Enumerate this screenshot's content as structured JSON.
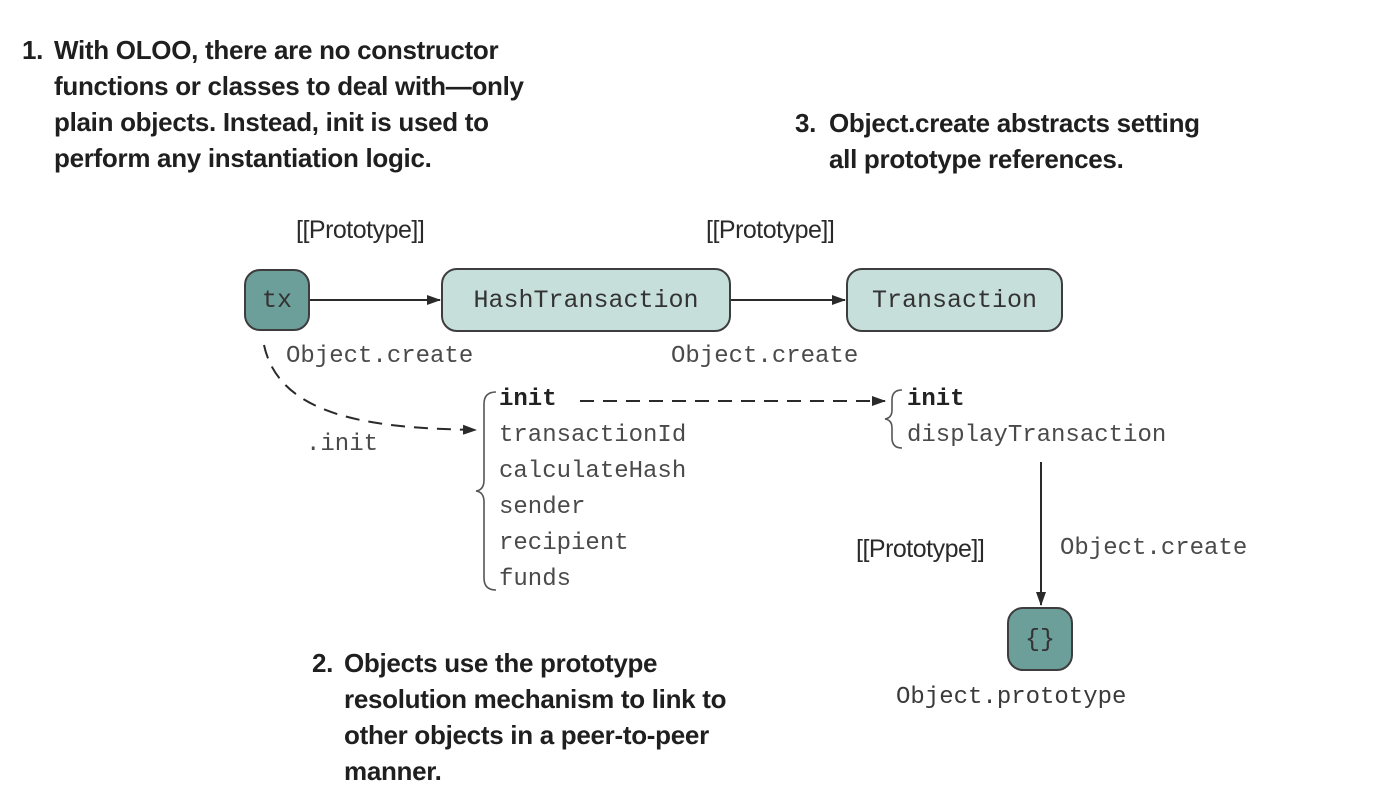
{
  "callouts": {
    "c1": {
      "num": "1.",
      "lines": [
        "With OLOO, there are no constructor",
        "functions or classes to deal with—only",
        "plain objects. Instead, init is used to",
        "perform any instantiation logic."
      ]
    },
    "c2": {
      "num": "2.",
      "lines": [
        "Objects use the prototype",
        "resolution mechanism to link to",
        "other objects in a peer-to-peer",
        "manner."
      ]
    },
    "c3": {
      "num": "3.",
      "lines": [
        "Object.create abstracts setting",
        "all prototype references."
      ]
    }
  },
  "nodes": {
    "tx": "tx",
    "hash_transaction": "HashTransaction",
    "transaction": "Transaction",
    "object_prototype_box": "{}",
    "object_prototype_label": "Object.prototype"
  },
  "edge_labels": {
    "proto_1": "[[Prototype]]",
    "proto_2": "[[Prototype]]",
    "proto_3": "[[Prototype]]",
    "create_1": "Object.create",
    "create_2": "Object.create",
    "create_3": "Object.create",
    "init_call": ".init"
  },
  "hash_transaction_members": [
    {
      "name": "init",
      "bold": true
    },
    {
      "name": "transactionId",
      "bold": false
    },
    {
      "name": "calculateHash",
      "bold": false
    },
    {
      "name": "sender",
      "bold": false
    },
    {
      "name": "recipient",
      "bold": false
    },
    {
      "name": "funds",
      "bold": false
    }
  ],
  "transaction_members": [
    {
      "name": "init",
      "bold": true
    },
    {
      "name": "displayTransaction",
      "bold": false
    }
  ],
  "colors": {
    "dark_node": "#6c9e9a",
    "light_node": "#c7dfdb",
    "stroke": "#3d3d3d"
  }
}
